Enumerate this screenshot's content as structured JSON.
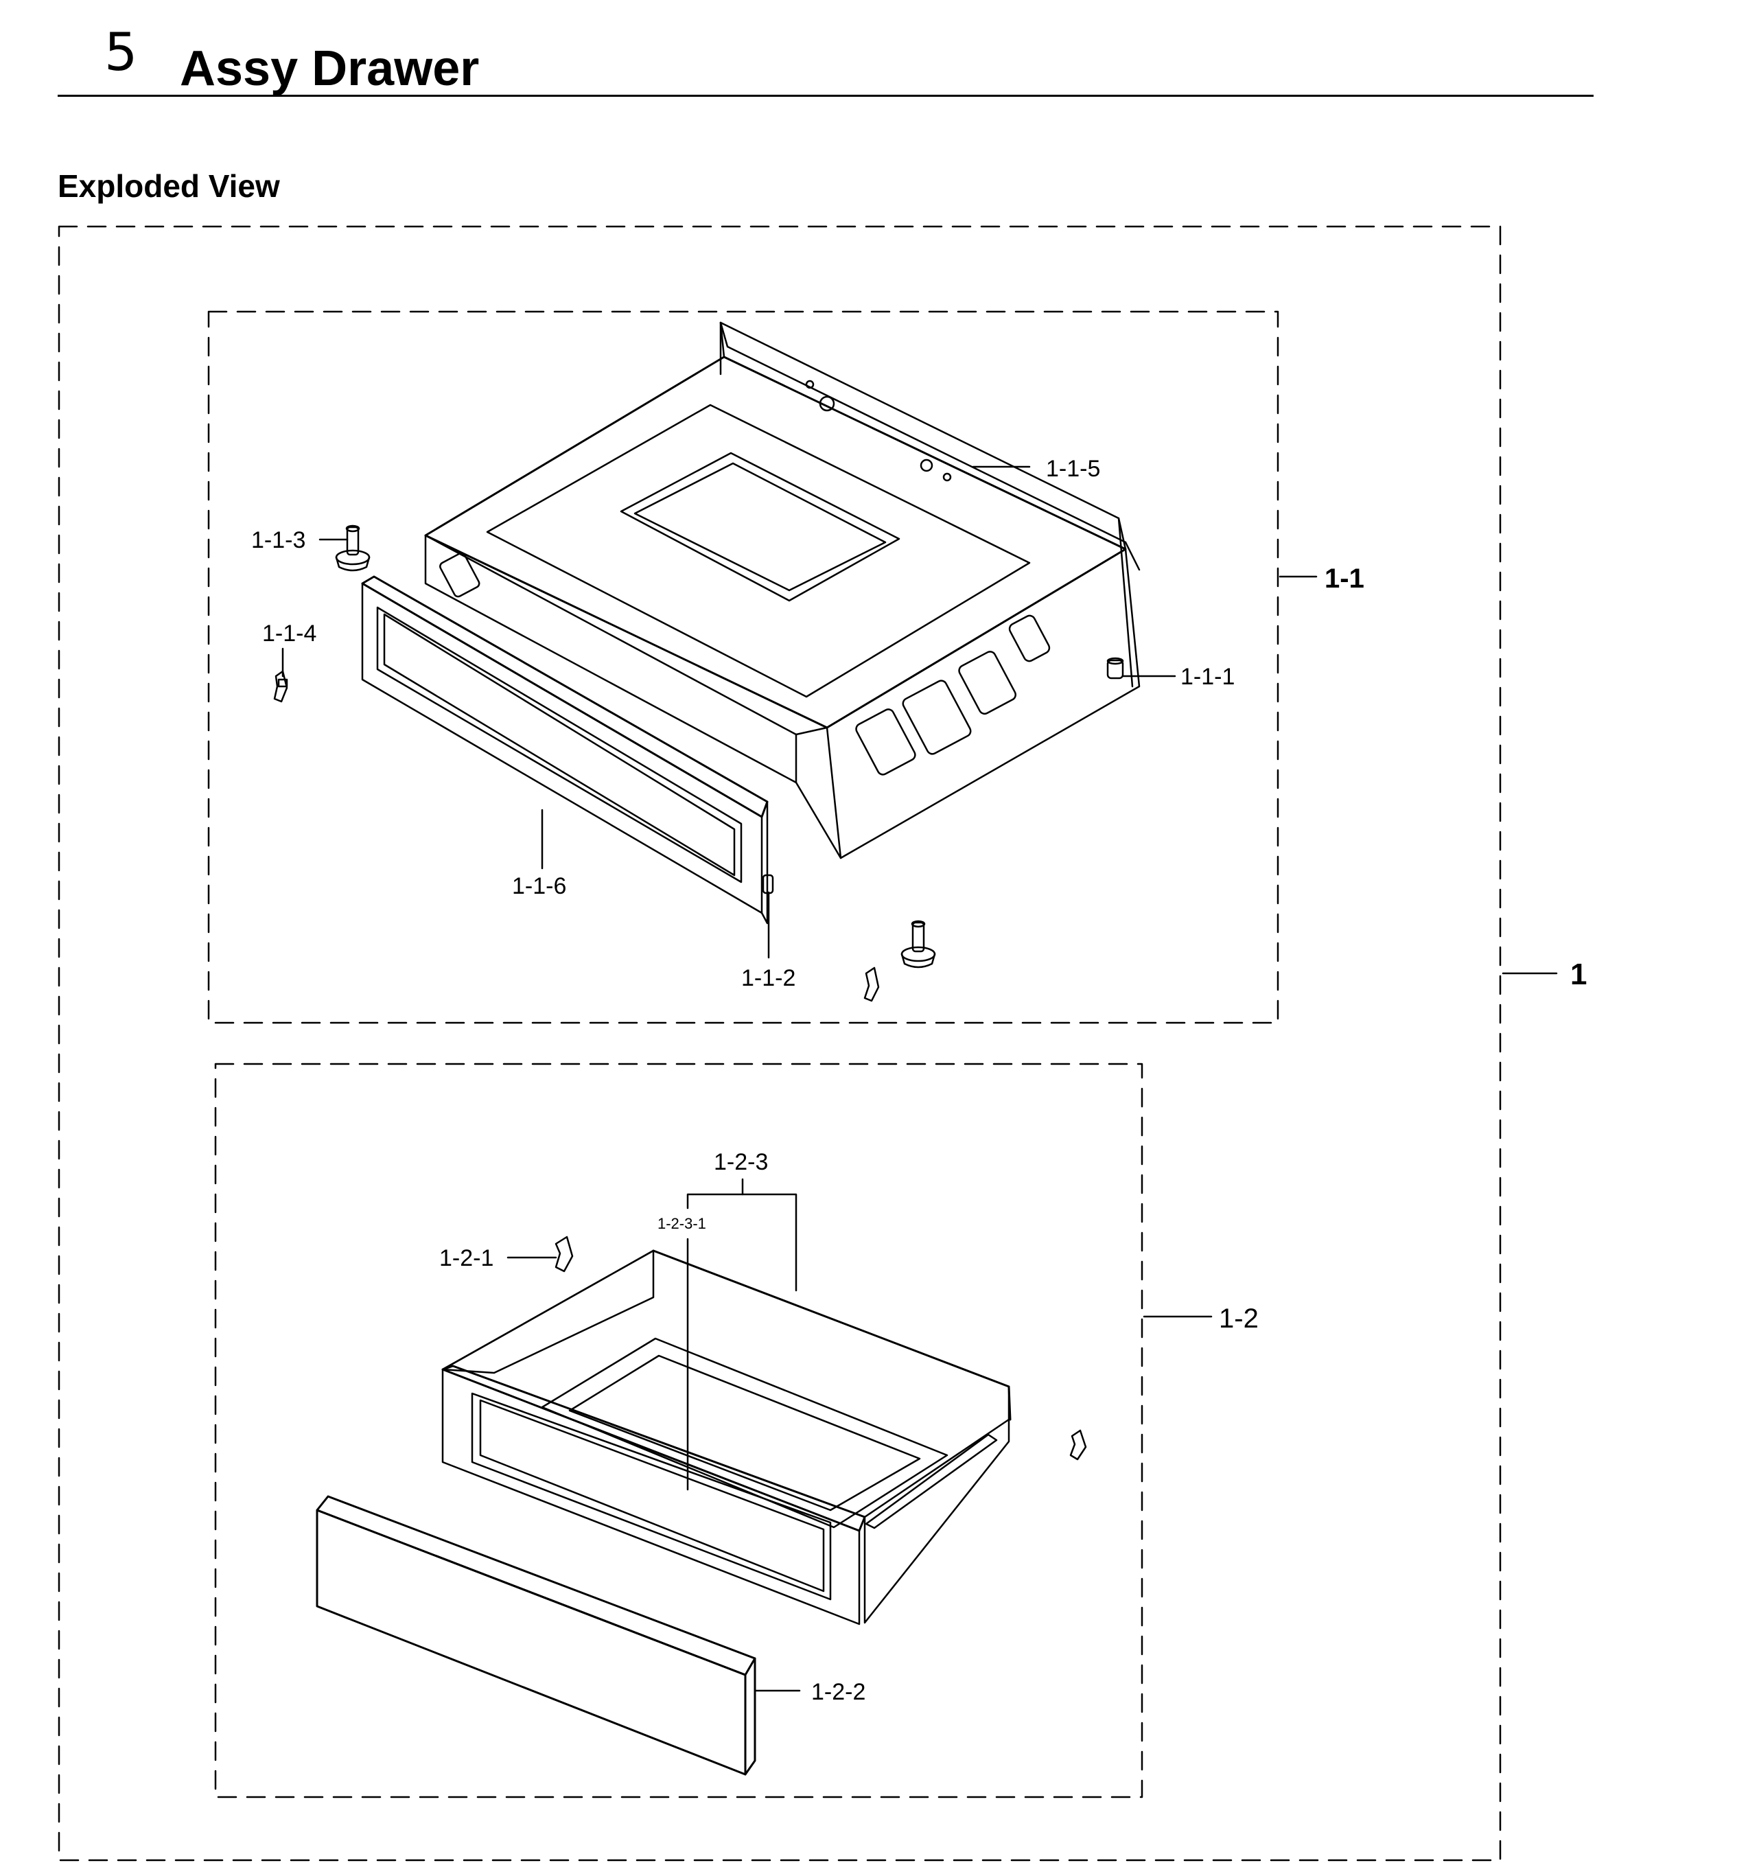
{
  "header": {
    "section_number": "5",
    "title": "Assy Drawer"
  },
  "subtitle": "Exploded View",
  "callouts": {
    "assy": "1",
    "sub_1_1": "1-1",
    "sub_1_2": "1-2",
    "p_1_1_1": "1-1-1",
    "p_1_1_2": "1-1-2",
    "p_1_1_3": "1-1-3",
    "p_1_1_4": "1-1-4",
    "p_1_1_5": "1-1-5",
    "p_1_1_6": "1-1-6",
    "p_1_2_1": "1-2-1",
    "p_1_2_2": "1-2-2",
    "p_1_2_3": "1-2-3",
    "p_1_2_3_1": "1-2-3-1"
  }
}
